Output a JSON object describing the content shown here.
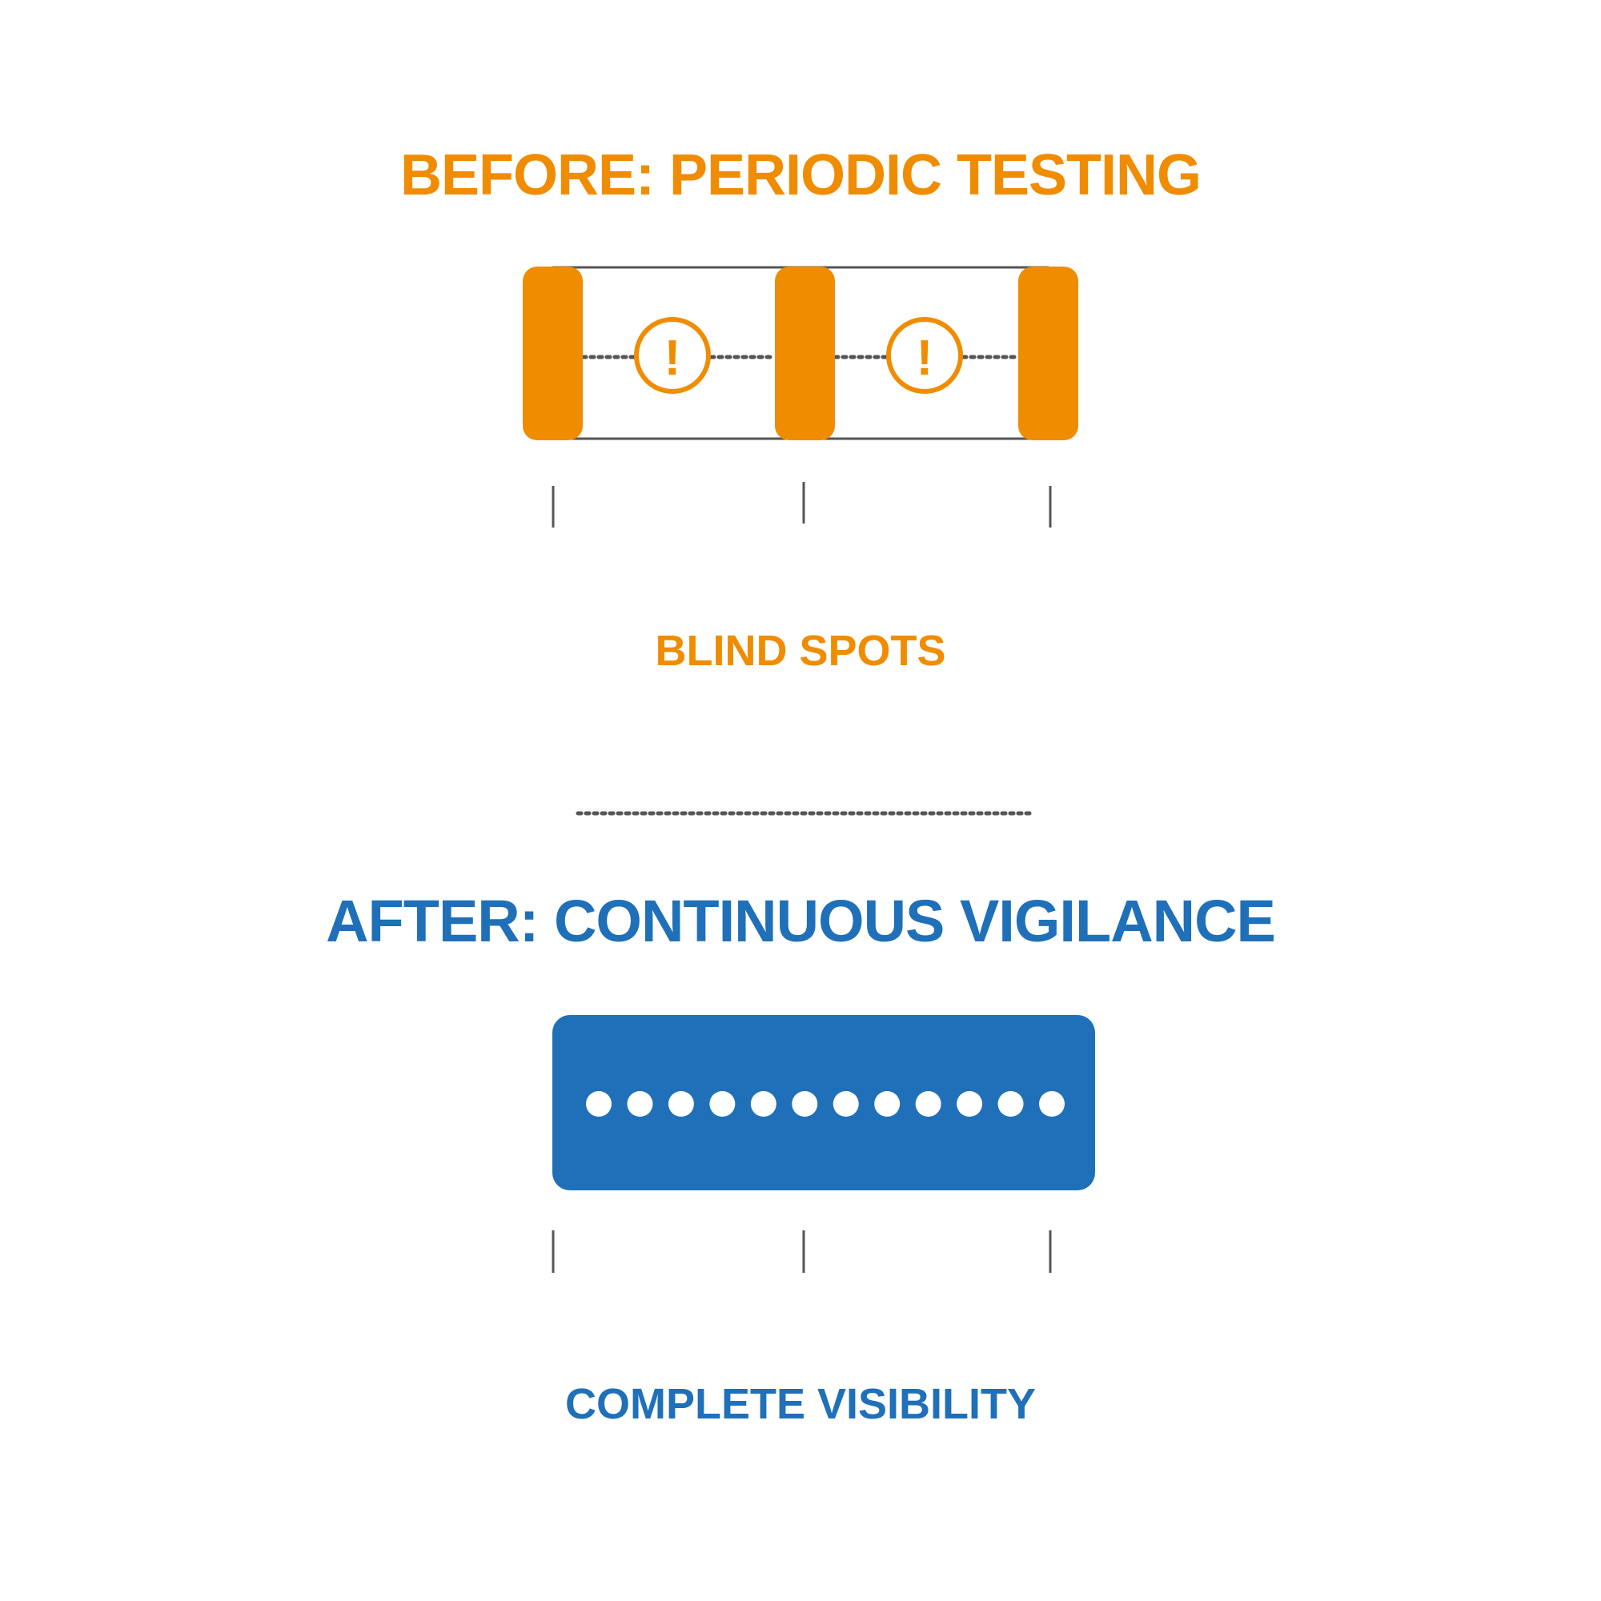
{
  "before": {
    "title": "BEFORE: PERIODIC TESTING",
    "caption": "BLIND SPOTS",
    "test_count": 3,
    "gap_marker_symbol": "!",
    "gap_icon": "alert-circle-icon",
    "color": "#F08C00"
  },
  "after": {
    "title": "AFTER: CONTINUOUS VIGILANCE",
    "caption": "COMPLETE VISIBILITY",
    "scan_dot_count": 12,
    "color": "#1F70B8"
  },
  "colors": {
    "line": "#555555",
    "dot": "#ffffff"
  }
}
